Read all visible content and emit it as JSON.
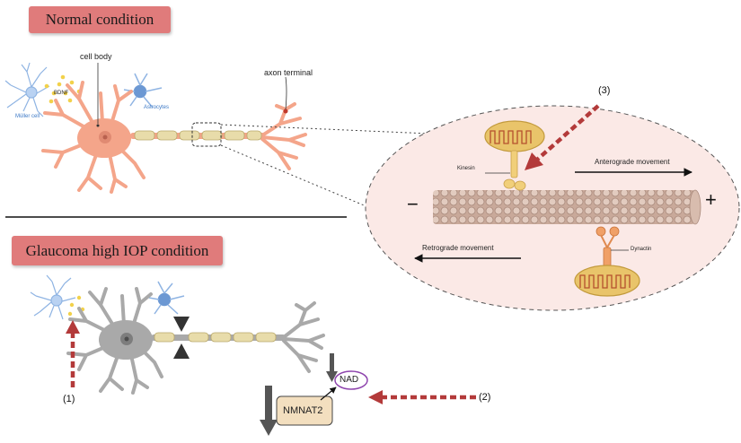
{
  "normal_title": "Normal condition",
  "glaucoma_title": "Glaucoma high IOP condition",
  "labels": {
    "cell_body": "cell body",
    "axon_terminal": "axon terminal",
    "muller_cell": "Müller cell",
    "bdnf": "BDNF",
    "astrocytes": "Astrocytes",
    "kinesin": "Kinesin",
    "dynactin": "Dynactin",
    "anterograde": "Anterograde movement",
    "retrograde": "Retrograde movement",
    "minus": "−",
    "plus": "+",
    "step1": "(1)",
    "step2": "(2)",
    "step3": "(3)",
    "nad": "NAD",
    "nmnat2": "NMNAT2"
  },
  "colors": {
    "title_bg": "#e07b7b",
    "neuron_normal": "#f4a58a",
    "neuron_glaucoma": "#a9a9a9",
    "myelin": "#e8dcaa",
    "mitochondria": "#e9c46a",
    "arrow_red": "#b33a3a",
    "inset_bg": "#fbe9e6",
    "nad_ring": "#8e44ad",
    "nmnat2_box": "#f3dfbf"
  }
}
